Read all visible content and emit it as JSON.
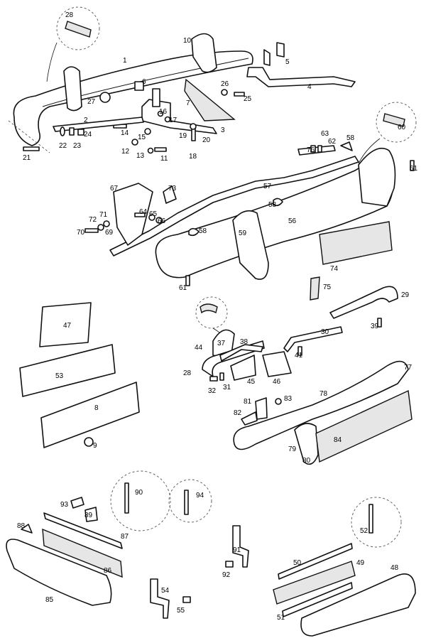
{
  "labels": [
    {
      "id": "l1",
      "text": "1"
    },
    {
      "id": "l2",
      "text": "2"
    },
    {
      "id": "l3",
      "text": "3"
    },
    {
      "id": "l4",
      "text": "4"
    },
    {
      "id": "l5",
      "text": "5"
    },
    {
      "id": "l6",
      "text": "6"
    },
    {
      "id": "l7",
      "text": "7"
    },
    {
      "id": "l8",
      "text": "8"
    },
    {
      "id": "l9",
      "text": "9"
    },
    {
      "id": "l10",
      "text": "10"
    },
    {
      "id": "l11",
      "text": "11"
    },
    {
      "id": "l12",
      "text": "12"
    },
    {
      "id": "l13",
      "text": "13"
    },
    {
      "id": "l14",
      "text": "14"
    },
    {
      "id": "l15",
      "text": "15"
    },
    {
      "id": "l16",
      "text": "16"
    },
    {
      "id": "l17",
      "text": "17"
    },
    {
      "id": "l18",
      "text": "18"
    },
    {
      "id": "l19",
      "text": "19"
    },
    {
      "id": "l20",
      "text": "20"
    },
    {
      "id": "l21",
      "text": "21"
    },
    {
      "id": "l22",
      "text": "22"
    },
    {
      "id": "l23",
      "text": "23"
    },
    {
      "id": "l24",
      "text": "24"
    },
    {
      "id": "l25",
      "text": "25"
    },
    {
      "id": "l26",
      "text": "26"
    },
    {
      "id": "l27",
      "text": "27"
    },
    {
      "id": "l28a",
      "text": "28"
    },
    {
      "id": "l28b",
      "text": "28"
    },
    {
      "id": "l29",
      "text": "29"
    },
    {
      "id": "l30",
      "text": "30"
    },
    {
      "id": "l31",
      "text": "31"
    },
    {
      "id": "l32",
      "text": "32"
    },
    {
      "id": "l37",
      "text": "37"
    },
    {
      "id": "l38",
      "text": "38"
    },
    {
      "id": "l39",
      "text": "39"
    },
    {
      "id": "l41",
      "text": "41"
    },
    {
      "id": "l44",
      "text": "44"
    },
    {
      "id": "l45",
      "text": "45"
    },
    {
      "id": "l46",
      "text": "46"
    },
    {
      "id": "l47",
      "text": "47"
    },
    {
      "id": "l48",
      "text": "48"
    },
    {
      "id": "l49",
      "text": "49"
    },
    {
      "id": "l50",
      "text": "50"
    },
    {
      "id": "l51",
      "text": "51"
    },
    {
      "id": "l52",
      "text": "52"
    },
    {
      "id": "l53",
      "text": "53"
    },
    {
      "id": "l54",
      "text": "54"
    },
    {
      "id": "l55",
      "text": "55"
    },
    {
      "id": "l56",
      "text": "56"
    },
    {
      "id": "l57",
      "text": "57"
    },
    {
      "id": "l58a",
      "text": "58"
    },
    {
      "id": "l58b",
      "text": "58"
    },
    {
      "id": "l58c",
      "text": "58"
    },
    {
      "id": "l59",
      "text": "59"
    },
    {
      "id": "l60",
      "text": "60"
    },
    {
      "id": "l61a",
      "text": "61"
    },
    {
      "id": "l61b",
      "text": "61"
    },
    {
      "id": "l62",
      "text": "62"
    },
    {
      "id": "l63",
      "text": "63"
    },
    {
      "id": "l64",
      "text": "64"
    },
    {
      "id": "l65",
      "text": "65"
    },
    {
      "id": "l66",
      "text": "66"
    },
    {
      "id": "l67",
      "text": "67"
    },
    {
      "id": "l69",
      "text": "69"
    },
    {
      "id": "l70",
      "text": "70"
    },
    {
      "id": "l71",
      "text": "71"
    },
    {
      "id": "l72",
      "text": "72"
    },
    {
      "id": "l73",
      "text": "73"
    },
    {
      "id": "l74",
      "text": "74"
    },
    {
      "id": "l75",
      "text": "75"
    },
    {
      "id": "l76",
      "text": "76"
    },
    {
      "id": "l77",
      "text": "77"
    },
    {
      "id": "l78",
      "text": "78"
    },
    {
      "id": "l79",
      "text": "79"
    },
    {
      "id": "l80",
      "text": "80"
    },
    {
      "id": "l81",
      "text": "81"
    },
    {
      "id": "l82",
      "text": "82"
    },
    {
      "id": "l83",
      "text": "83"
    },
    {
      "id": "l84",
      "text": "84"
    },
    {
      "id": "l85",
      "text": "85"
    },
    {
      "id": "l86",
      "text": "86"
    },
    {
      "id": "l87",
      "text": "87"
    },
    {
      "id": "l88",
      "text": "88"
    },
    {
      "id": "l89",
      "text": "89"
    },
    {
      "id": "l90",
      "text": "90"
    },
    {
      "id": "l91",
      "text": "91"
    },
    {
      "id": "l92",
      "text": "92"
    },
    {
      "id": "l93",
      "text": "93"
    },
    {
      "id": "l94",
      "text": "94"
    }
  ]
}
